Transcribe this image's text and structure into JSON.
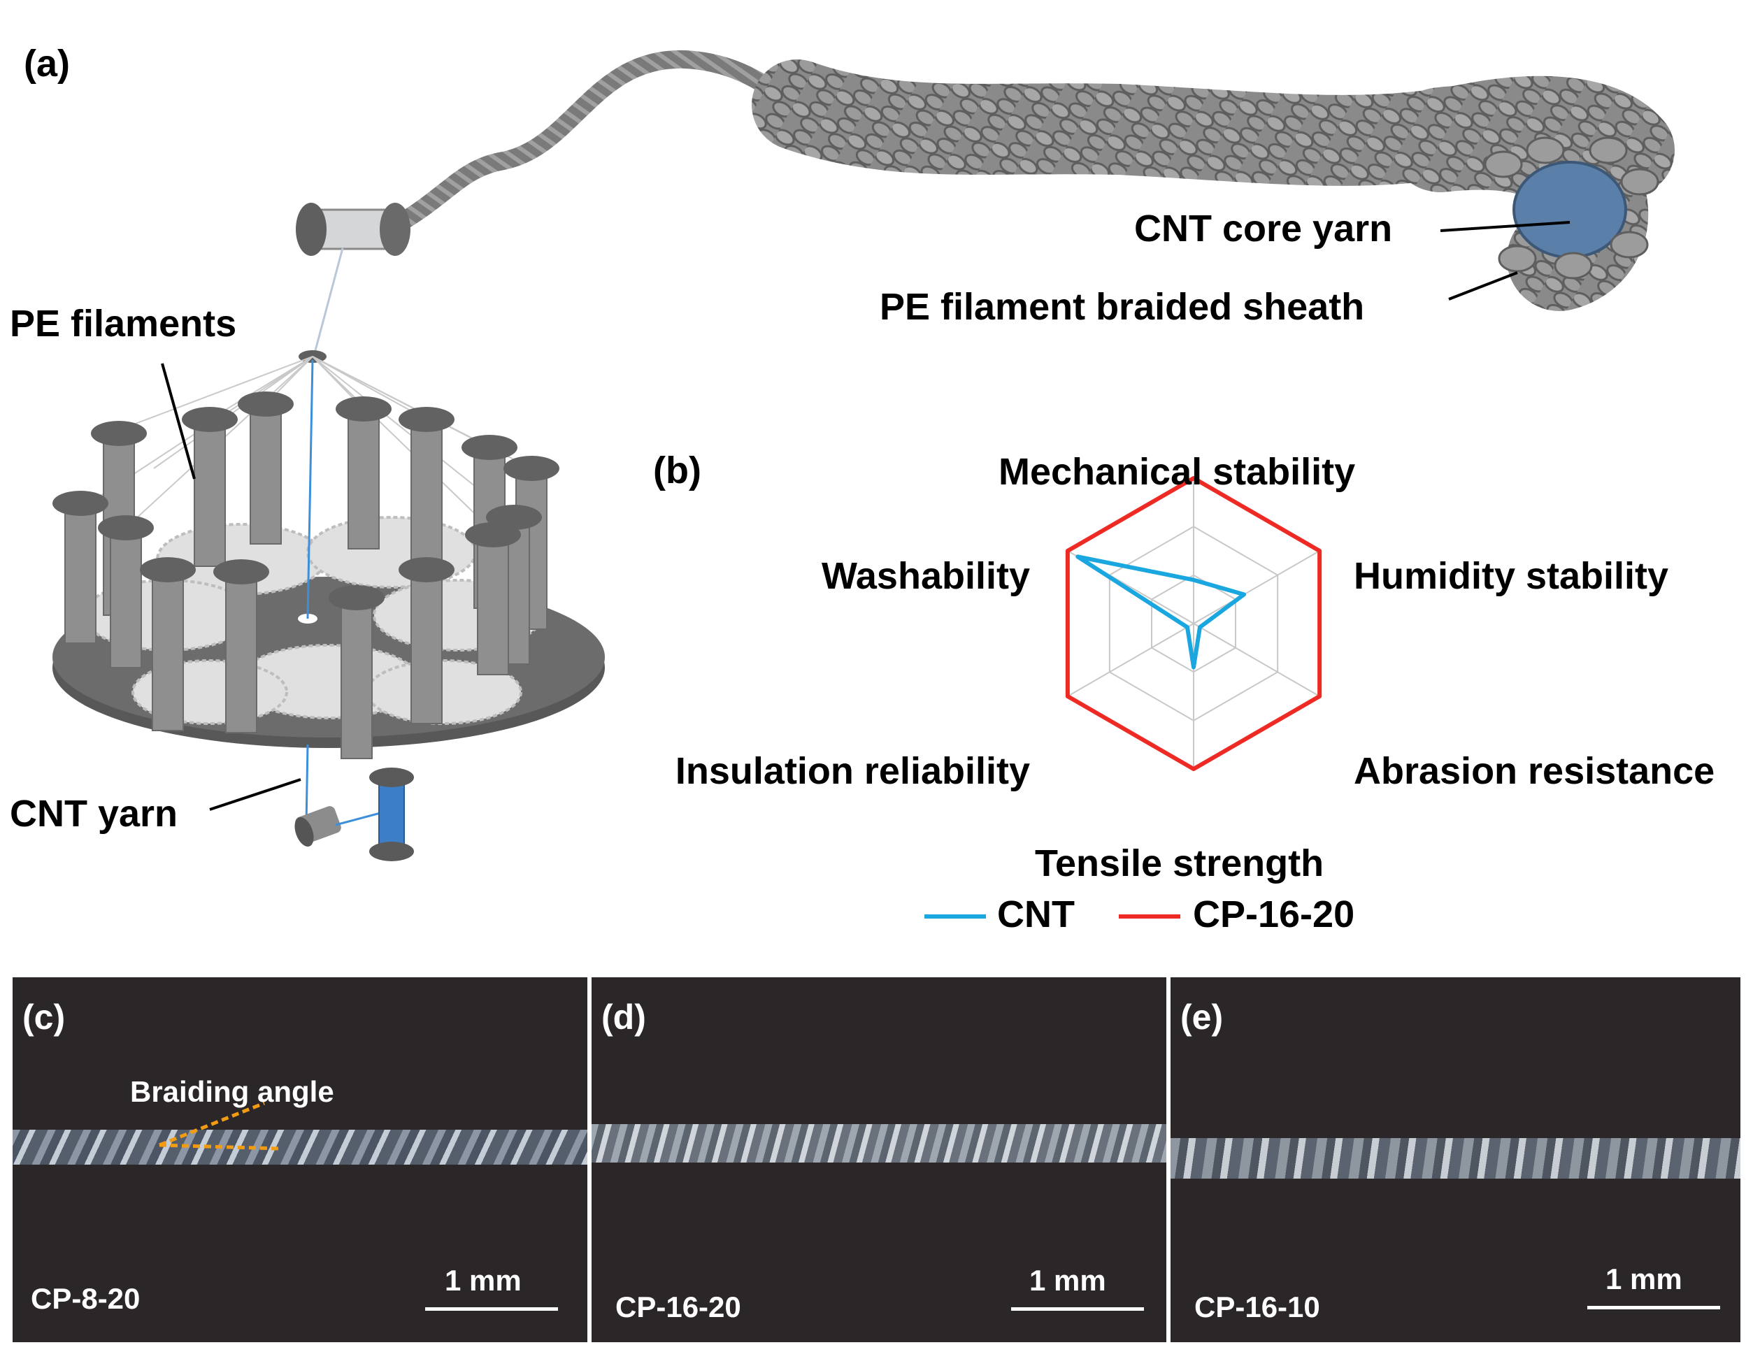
{
  "panels": {
    "a": {
      "letter": "(a)",
      "labels": {
        "pe_filaments": "PE filaments",
        "cnt_yarn": "CNT yarn",
        "cnt_core_yarn": "CNT core yarn",
        "pe_sheath": "PE filament braided sheath"
      }
    },
    "b": {
      "letter": "(b)"
    },
    "c": {
      "letter": "(c)",
      "sample": "CP-8-20",
      "scale": "1 mm",
      "annotation": "Braiding angle"
    },
    "d": {
      "letter": "(d)",
      "sample": "CP-16-20",
      "scale": "1 mm"
    },
    "e": {
      "letter": "(e)",
      "sample": "CP-16-10",
      "scale": "1 mm"
    }
  },
  "chart_data": {
    "type": "radar",
    "axes": [
      "Mechanical stability",
      "Humidity stability",
      "Abrasion resistance",
      "Tensile strength",
      "Insulation reliability",
      "Washability"
    ],
    "rmax": 1,
    "grid_levels": [
      0.333,
      0.667,
      1.0
    ],
    "series": [
      {
        "name": "CNT",
        "color": "#1aa7e0",
        "values": [
          0.3,
          0.4,
          0.05,
          0.3,
          0.05,
          0.92
        ]
      },
      {
        "name": "CP-16-20",
        "color": "#ee2a24",
        "values": [
          1,
          1,
          1,
          1,
          1,
          1
        ]
      }
    ],
    "legend": "bottom"
  },
  "colors": {
    "photo_bg": "#2b2729",
    "braid_orange": "#f39c12",
    "metal_gray": "#6f6f6f",
    "light_gray": "#dcdcdc",
    "core_blue": "#5a7fa8"
  }
}
